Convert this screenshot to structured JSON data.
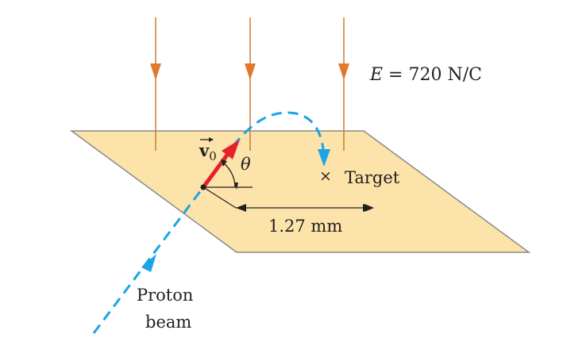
{
  "field": {
    "symbol": "E",
    "value_text": " = 720 N/C"
  },
  "velocity": {
    "symbol": "v",
    "subscript": "0"
  },
  "angle": {
    "symbol": "θ"
  },
  "target": {
    "marker": "×",
    "label": "Target"
  },
  "distance": {
    "label": "1.27 mm"
  },
  "beam": {
    "line1": "Proton",
    "line2": "beam"
  },
  "colors": {
    "plate_fill": "#fbe3a9",
    "plate_stroke": "#8a8a8a",
    "field_lines": "#c97b3a",
    "field_arrows": "#e07a2a",
    "trajectory": "#1ba4e6",
    "velocity_vector": "#e8202a",
    "text": "#231f20"
  }
}
